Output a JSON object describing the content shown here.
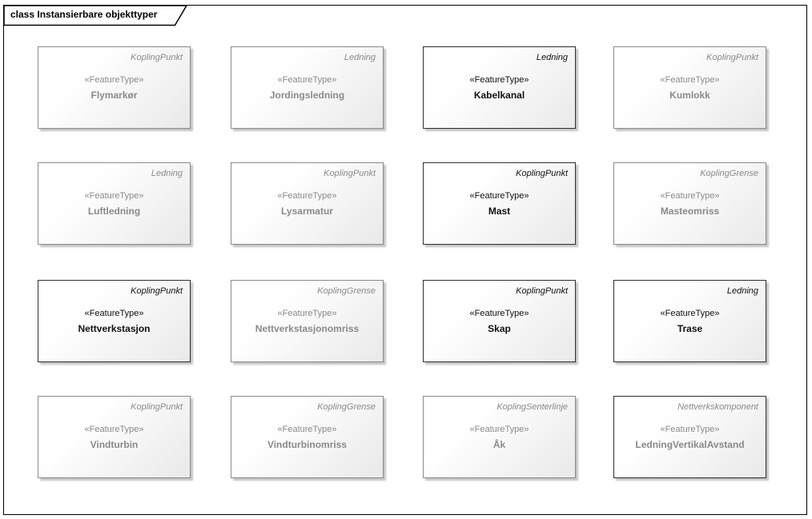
{
  "frame": {
    "title": "class Instansierbare objekttyper"
  },
  "boxes": [
    {
      "header": "KoplingPunkt",
      "stereotype": "«FeatureType»",
      "name": "Flymarkør",
      "strong": false,
      "dark_border": false
    },
    {
      "header": "Ledning",
      "stereotype": "«FeatureType»",
      "name": "Jordingsledning",
      "strong": false,
      "dark_border": false
    },
    {
      "header": "Ledning",
      "stereotype": "«FeatureType»",
      "name": "Kabelkanal",
      "strong": true,
      "dark_border": true
    },
    {
      "header": "KoplingPunkt",
      "stereotype": "«FeatureType»",
      "name": "Kumlokk",
      "strong": false,
      "dark_border": false
    },
    {
      "header": "Ledning",
      "stereotype": "«FeatureType»",
      "name": "Luftledning",
      "strong": false,
      "dark_border": false
    },
    {
      "header": "KoplingPunkt",
      "stereotype": "«FeatureType»",
      "name": "Lysarmatur",
      "strong": false,
      "dark_border": false
    },
    {
      "header": "KoplingPunkt",
      "stereotype": "«FeatureType»",
      "name": "Mast",
      "strong": true,
      "dark_border": true
    },
    {
      "header": "KoplingGrense",
      "stereotype": "«FeatureType»",
      "name": "Masteomriss",
      "strong": false,
      "dark_border": false
    },
    {
      "header": "KoplingPunkt",
      "stereotype": "«FeatureType»",
      "name": "Nettverkstasjon",
      "strong": true,
      "dark_border": true
    },
    {
      "header": "KoplingGrense",
      "stereotype": "«FeatureType»",
      "name": "Nettverkstasjonomriss",
      "strong": false,
      "dark_border": false
    },
    {
      "header": "KoplingPunkt",
      "stereotype": "«FeatureType»",
      "name": "Skap",
      "strong": true,
      "dark_border": true
    },
    {
      "header": "Ledning",
      "stereotype": "«FeatureType»",
      "name": "Trase",
      "strong": true,
      "dark_border": true
    },
    {
      "header": "KoplingPunkt",
      "stereotype": "«FeatureType»",
      "name": "Vindturbin",
      "strong": false,
      "dark_border": false
    },
    {
      "header": "KoplingGrense",
      "stereotype": "«FeatureType»",
      "name": "Vindturbinomriss",
      "strong": false,
      "dark_border": false
    },
    {
      "header": "KoplingSenterlinje",
      "stereotype": "«FeatureType»",
      "name": "Åk",
      "strong": false,
      "dark_border": false
    },
    {
      "header": "Nettverkskomponent",
      "stereotype": "«FeatureType»",
      "name": "LedningVertikalAvstand",
      "strong": false,
      "dark_border": true
    }
  ],
  "colors": {
    "muted_text": "#8a8a8a",
    "strong_text": "#111111",
    "muted_border": "#8a8a8a",
    "strong_border": "#2f2f2f",
    "fill_light": "#ffffff",
    "fill_dark": "#e9e9e9",
    "shadow": "#c4c4c4",
    "frame_border": "#000000"
  }
}
